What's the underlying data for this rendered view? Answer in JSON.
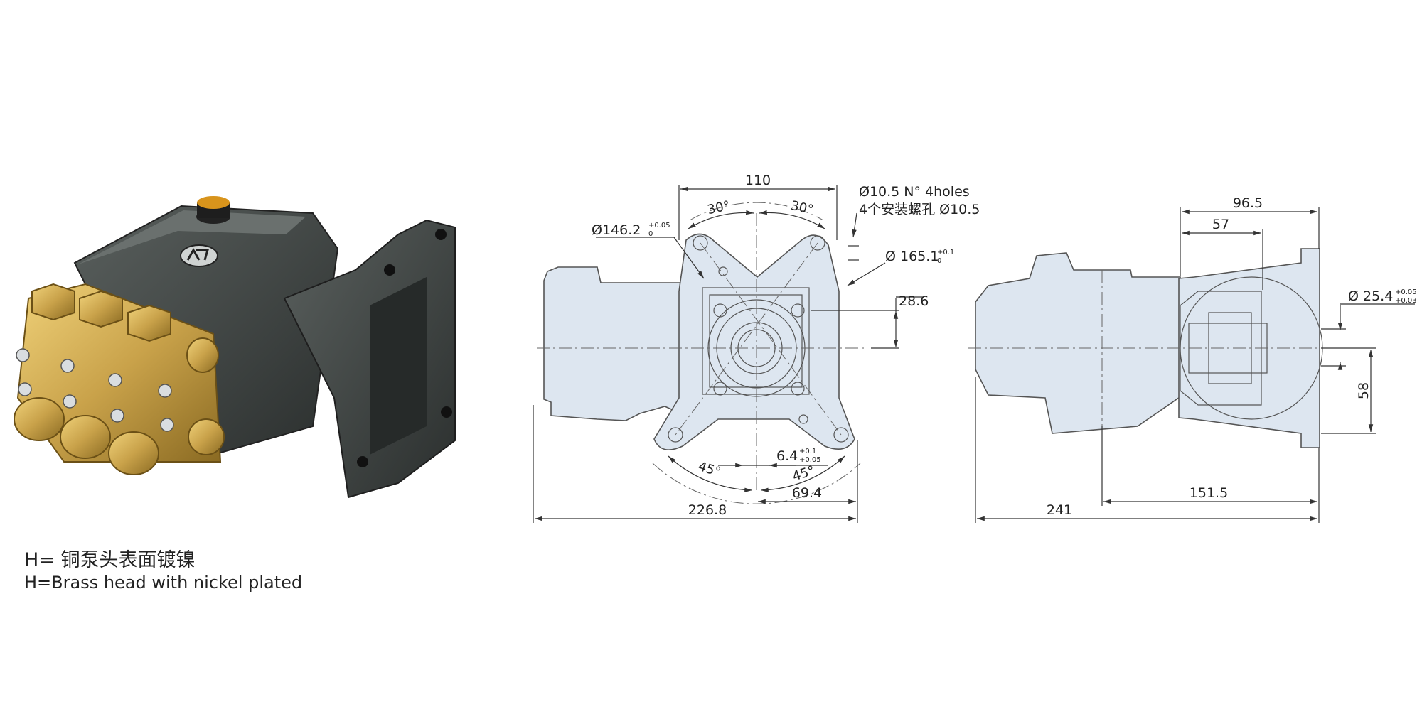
{
  "captions": {
    "zh": "H=  铜泵头表面镀镍",
    "en": "H=Brass head with nickel plated"
  },
  "front_view": {
    "dim_top": "110",
    "angle_left_top": "30°",
    "angle_right_top": "30°",
    "hole_spec_en": "Ø10.5  N° 4holes",
    "hole_spec_zh": "4个安装螺孔 Ø10.5",
    "dia_left": "Ø146.2",
    "dia_left_tol_upper": "+0.05",
    "dia_left_tol_lower": "0",
    "dia_right": "Ø 165.1",
    "dia_right_tol_upper": "+0.1",
    "dia_right_tol_lower": "0",
    "dim_offset": "28.6",
    "dim_key": "6.4",
    "dim_key_tol_upper": "+0.1",
    "dim_key_tol_lower": "+0.05",
    "angle_left_bottom": "45°",
    "angle_right_bottom": "45°",
    "dim_half": "69.4",
    "dim_total": "226.8"
  },
  "side_view": {
    "dim_96": "96.5",
    "dim_57": "57",
    "shaft_dia": "Ø 25.4",
    "shaft_tol_upper": "+0.05",
    "shaft_tol_lower": "+0.03",
    "dim_58": "58",
    "dim_151": "151.5",
    "dim_241": "241"
  },
  "colors": {
    "drawing_fill": "#dde6f0",
    "brass": "#c9a24a",
    "pump_body": "#3c4140"
  }
}
